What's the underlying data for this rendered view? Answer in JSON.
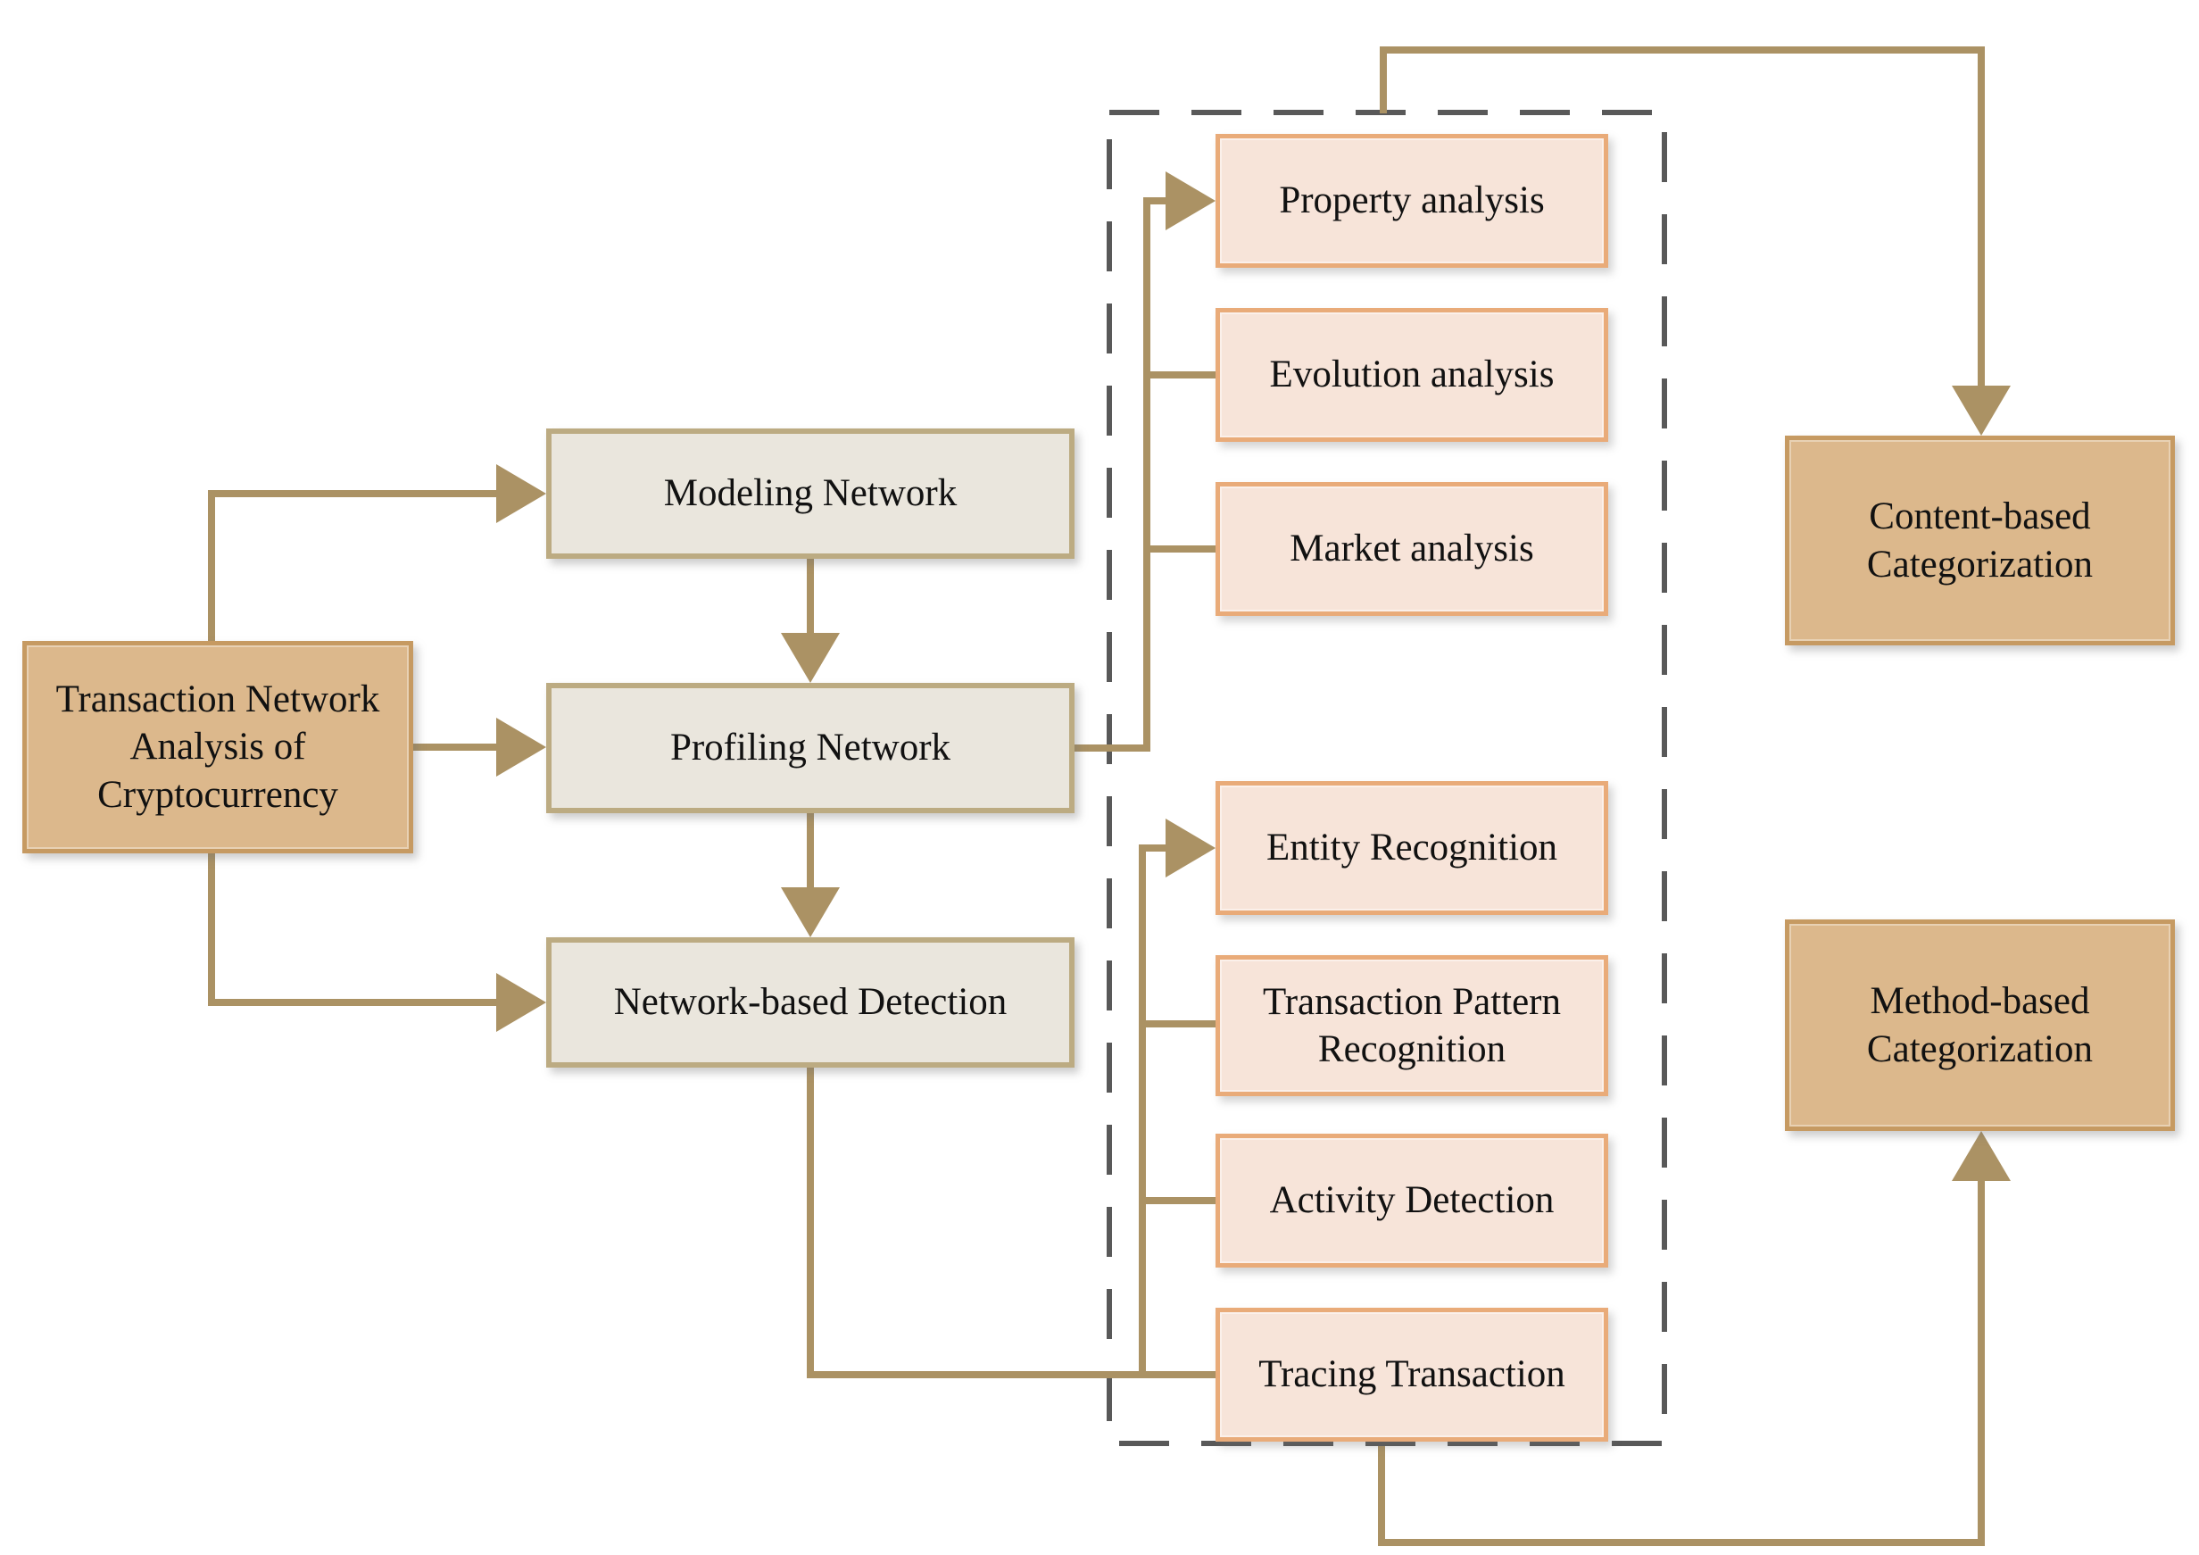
{
  "flowchart": {
    "root": {
      "label": "Transaction Network Analysis of Cryptocurrency"
    },
    "stages": [
      {
        "label": "Modeling Network"
      },
      {
        "label": "Profiling Network"
      },
      {
        "label": "Network-based Detection"
      }
    ],
    "dashed_group": {
      "content_analyses": [
        {
          "label": "Property analysis"
        },
        {
          "label": "Evolution analysis"
        },
        {
          "label": "Market analysis"
        }
      ],
      "method_analyses": [
        {
          "label": "Entity Recognition"
        },
        {
          "label": "Transaction Pattern Recognition"
        },
        {
          "label": "Activity Detection"
        },
        {
          "label": "Tracing Transaction"
        }
      ]
    },
    "categorizations": [
      {
        "label": "Content-based Categorization"
      },
      {
        "label": "Method-based Categorization"
      }
    ],
    "colors": {
      "root_fill": "#dcb88c",
      "root_border": "#c69a62",
      "stage_fill": "#eae6dd",
      "stage_border": "#bcab82",
      "analysis_fill": "#f7e4d9",
      "analysis_border": "#e9ab79",
      "category_fill": "#dcb88c",
      "category_border": "#c69a62",
      "connector": "#ab9264",
      "dashed_border": "#595959"
    }
  }
}
